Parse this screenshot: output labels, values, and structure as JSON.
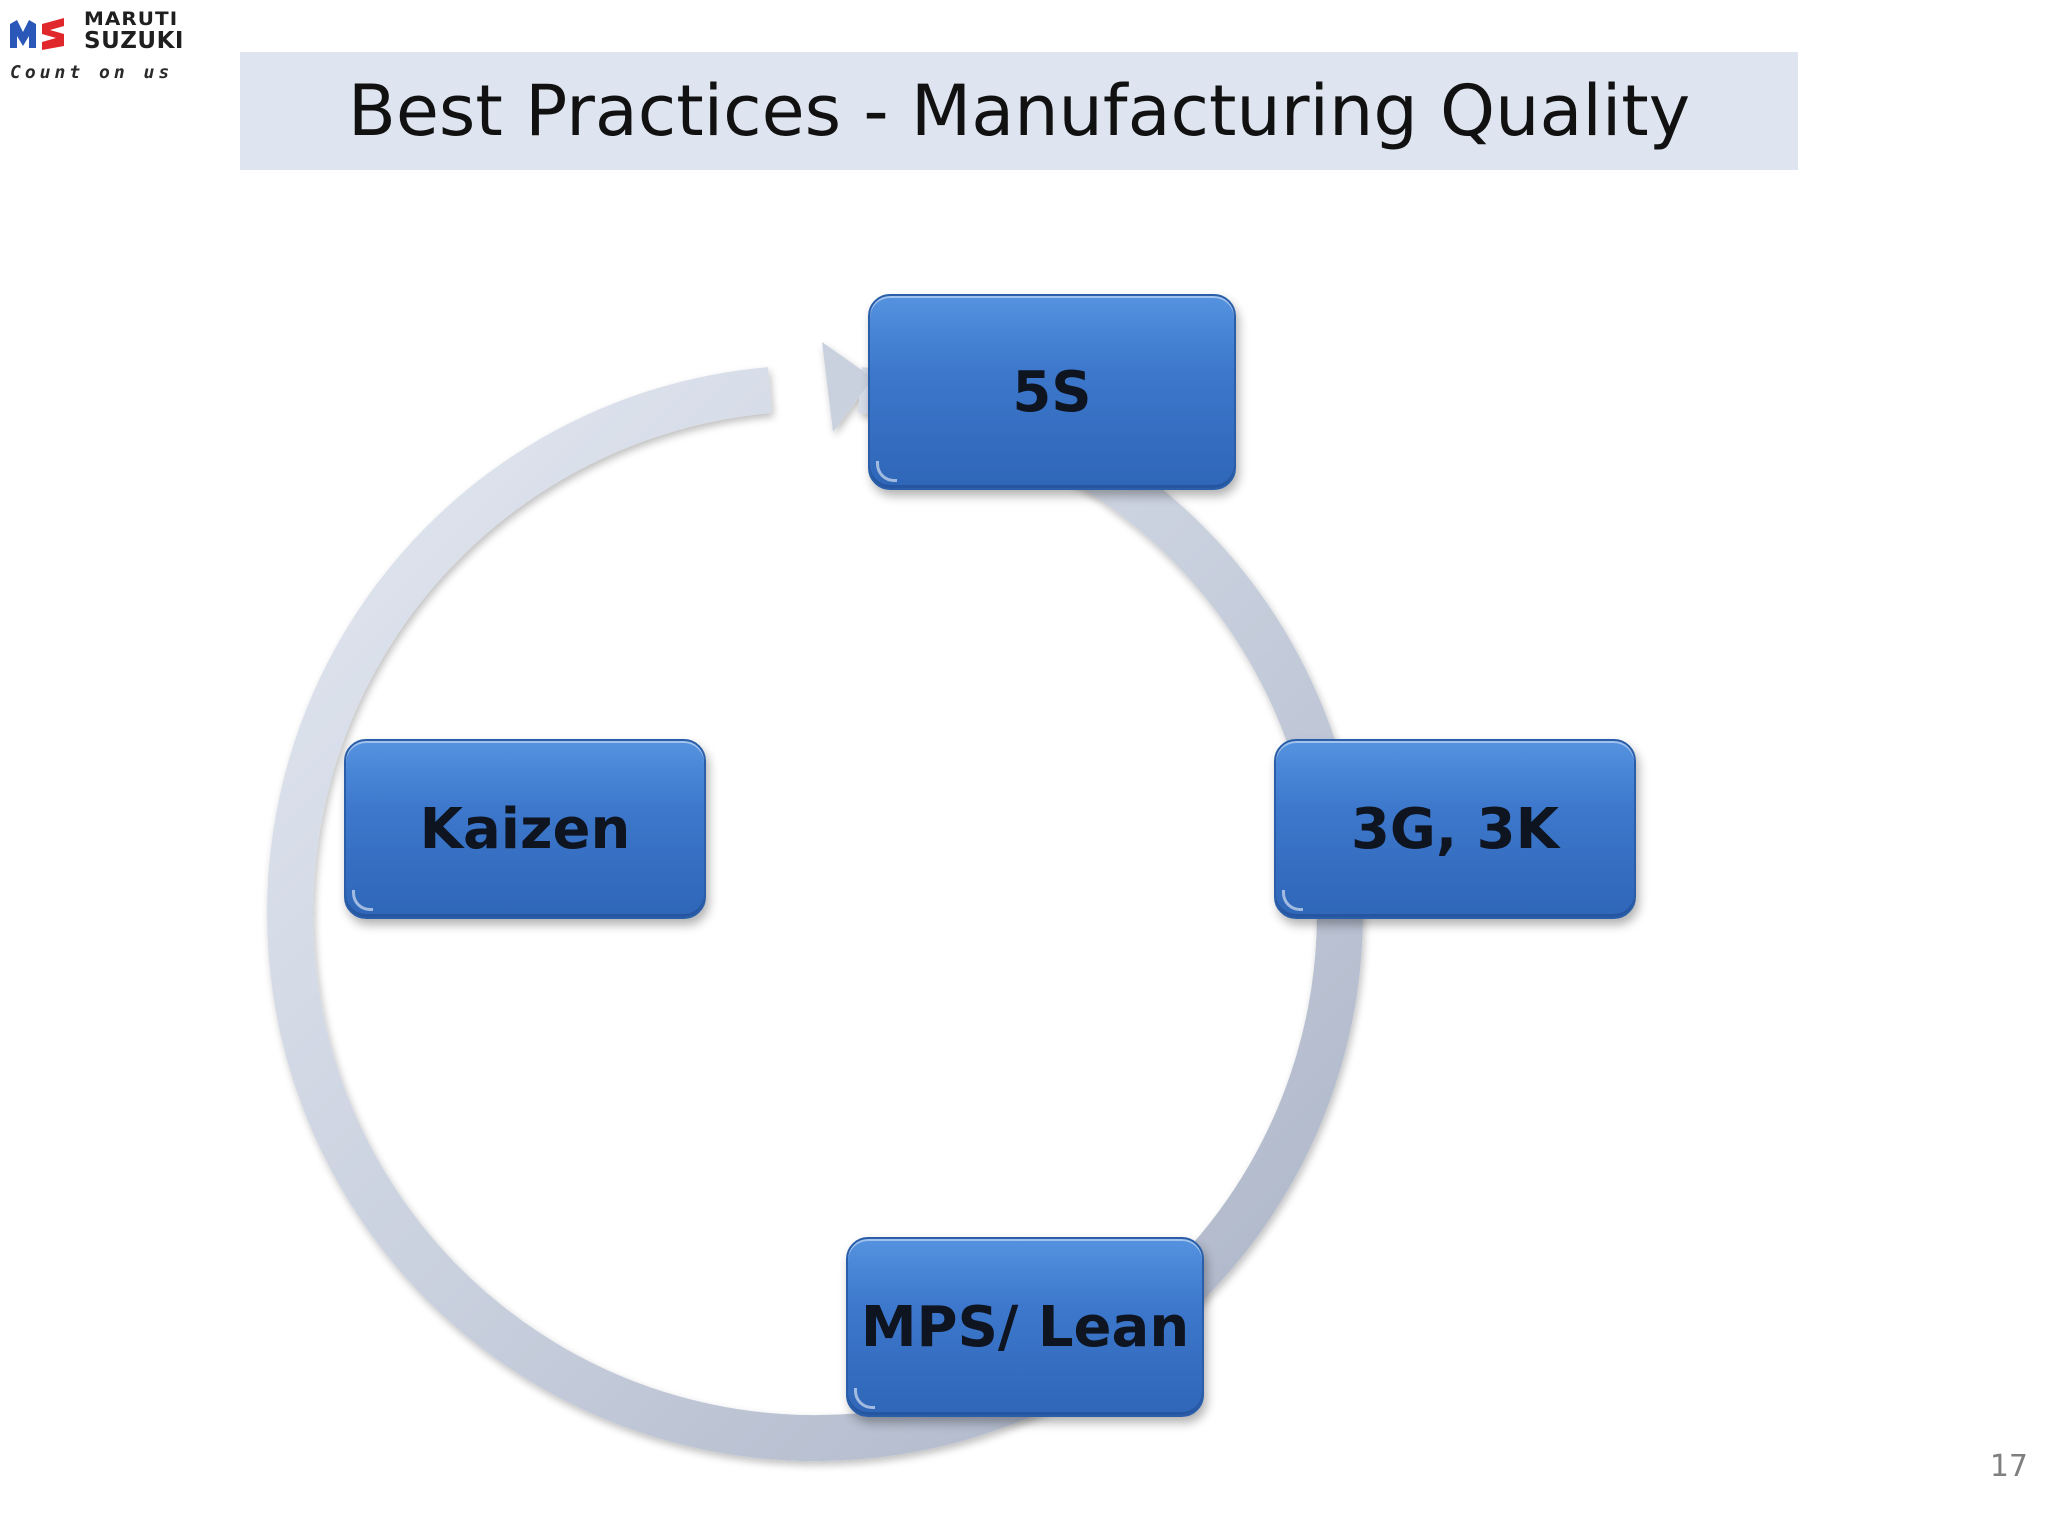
{
  "logo": {
    "brand_line1": "MARUTI",
    "brand_line2": "SUZUKI",
    "tagline": "Count on us",
    "icon": "maruti-suzuki-logo-mark",
    "colors": {
      "blue": "#2a57b8",
      "red": "#e0272b"
    }
  },
  "title": "Best Practices - Manufacturing Quality",
  "cycle": {
    "direction": "clockwise",
    "nodes": [
      {
        "id": "top",
        "label": "5S"
      },
      {
        "id": "right",
        "label": "3G, 3K"
      },
      {
        "id": "bottom",
        "label": "MPS/ Lean"
      },
      {
        "id": "left",
        "label": "Kaizen"
      }
    ],
    "colors": {
      "node_fill": "#3d78cc",
      "ring": "#c8d0de"
    }
  },
  "page_number": "17"
}
